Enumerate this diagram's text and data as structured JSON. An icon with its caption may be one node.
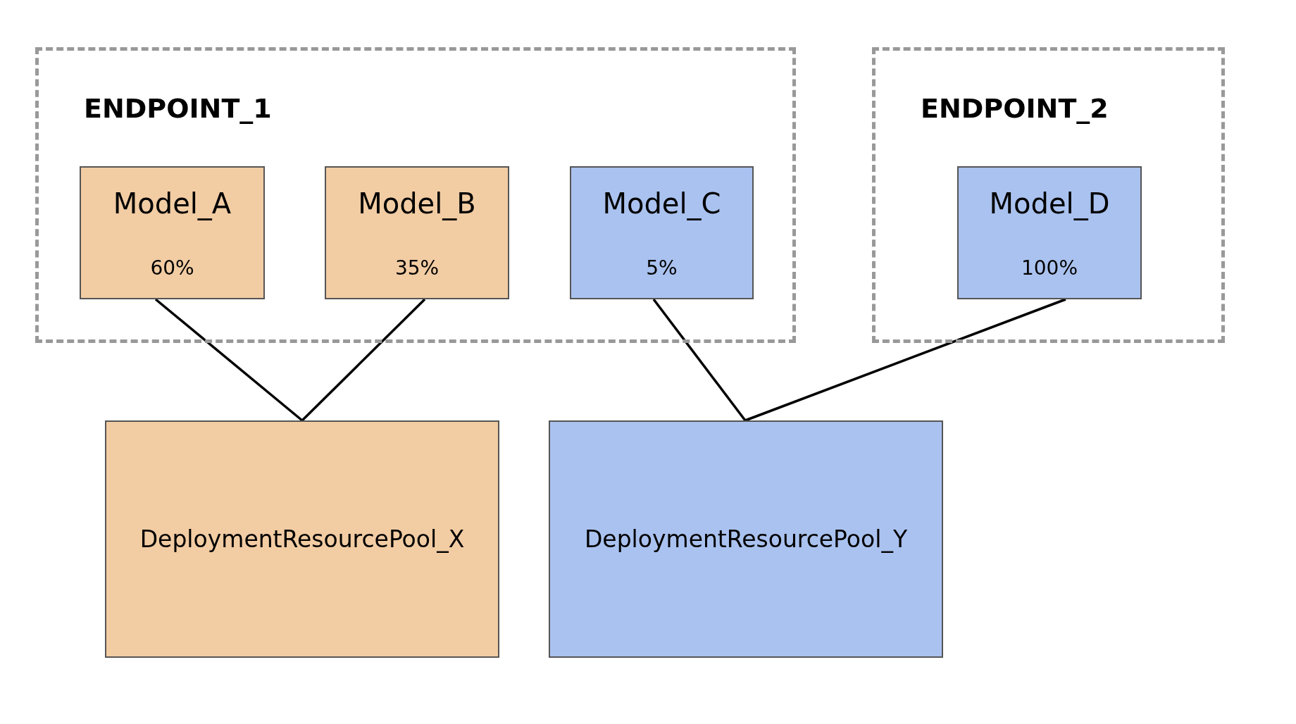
{
  "diagram": {
    "nodes": [
      {
        "text": [
          "ENDPOINT_1"
        ]
      },
      {
        "text": [
          "Model_A",
          "60%"
        ],
        "in": 0
      },
      {
        "text": [
          "Model_B",
          "35%"
        ],
        "in": 0
      },
      {
        "text": [
          "Model_C",
          "5%"
        ],
        "in": 0
      },
      {
        "text": [
          "ENDPOINT_2"
        ]
      },
      {
        "text": [
          "Model_D",
          "100%"
        ],
        "in": 4
      },
      {
        "text": [
          "DeploymentResourcePool_X"
        ]
      },
      {
        "text": [
          "DeploymentResourcePool_Y"
        ]
      }
    ],
    "edges": [
      {
        "from": 1,
        "to": 6,
        "arrow": "none"
      },
      {
        "from": 2,
        "to": 6,
        "arrow": "none"
      },
      {
        "from": 3,
        "to": 7,
        "arrow": "none"
      },
      {
        "from": 5,
        "to": 7,
        "arrow": "none"
      }
    ]
  }
}
